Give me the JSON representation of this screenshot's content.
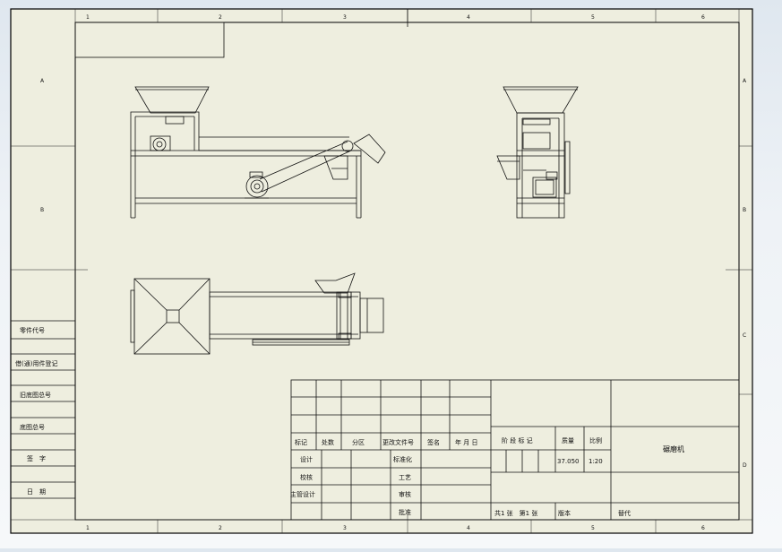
{
  "drawing": {
    "title": "碾磨机",
    "column_numbers": [
      "1",
      "2",
      "3",
      "4",
      "5",
      "6"
    ],
    "row_letters": [
      "A",
      "B",
      "C",
      "D"
    ],
    "left_strip_labels": [
      "零件代号",
      "借(通)用件登记",
      "旧底图总号",
      "底图总号",
      "签　字",
      "日　期"
    ],
    "title_block": {
      "header_labels": [
        "标记",
        "处数",
        "分区",
        "更改文件号",
        "签名",
        "年 月 日"
      ],
      "role_labels_left": [
        "设计",
        "校核",
        "主管设计"
      ],
      "role_labels_mid": [
        "标准化",
        "工艺",
        "审核",
        "批准"
      ],
      "stage_label": "阶 段 标 记",
      "weight_label": "质量",
      "scale_label": "比例",
      "weight_value": "37.050",
      "scale_value": "1:20",
      "sheets_label": "共1 张　第1 张",
      "version_label": "版本",
      "replace_label": "替代"
    }
  },
  "colors": {
    "paper": "#eeeedf",
    "line": "#111111",
    "background_top": "#dfe7ef"
  }
}
